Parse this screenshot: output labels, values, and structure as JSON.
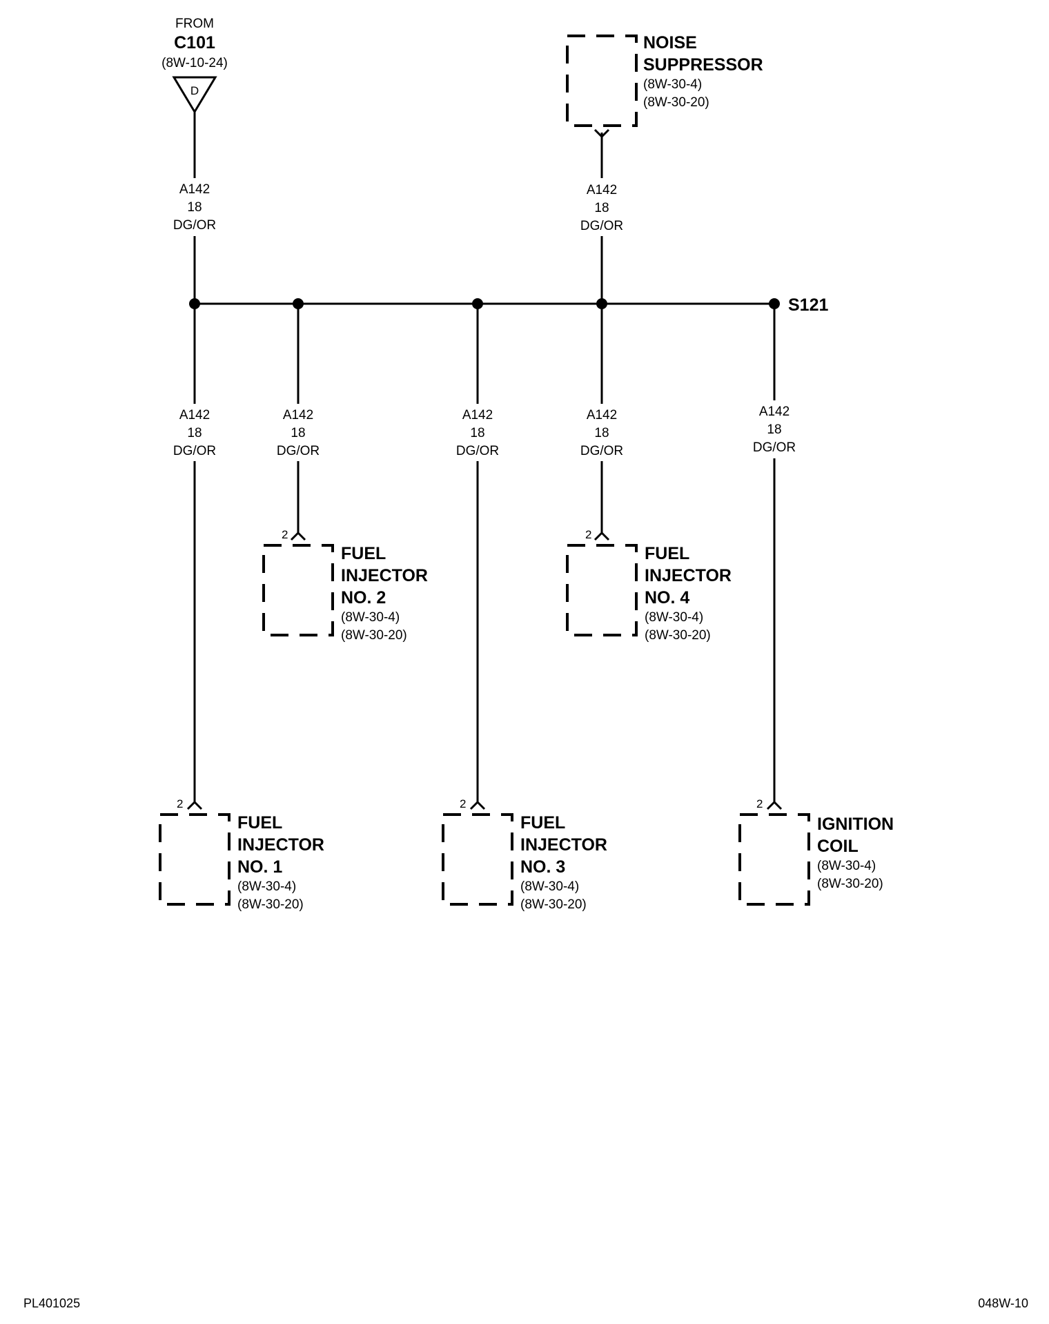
{
  "source_connector": {
    "from_label": "FROM",
    "name": "C101",
    "ref": "(8W-10-24)",
    "pin": "D"
  },
  "splice": {
    "name": "S121"
  },
  "wires": [
    {
      "id": "w-c101",
      "circuit": "A142",
      "gauge": "18",
      "color": "DG/OR"
    },
    {
      "id": "w-noise",
      "circuit": "A142",
      "gauge": "18",
      "color": "DG/OR"
    },
    {
      "id": "w-inj1",
      "circuit": "A142",
      "gauge": "18",
      "color": "DG/OR"
    },
    {
      "id": "w-inj2",
      "circuit": "A142",
      "gauge": "18",
      "color": "DG/OR"
    },
    {
      "id": "w-inj3",
      "circuit": "A142",
      "gauge": "18",
      "color": "DG/OR"
    },
    {
      "id": "w-inj4",
      "circuit": "A142",
      "gauge": "18",
      "color": "DG/OR"
    },
    {
      "id": "w-coil",
      "circuit": "A142",
      "gauge": "18",
      "color": "DG/OR"
    }
  ],
  "components": {
    "noise_suppressor": {
      "lines": [
        "NOISE",
        "SUPPRESSOR"
      ],
      "refs": [
        "(8W-30-4)",
        "(8W-30-20)"
      ]
    },
    "fuel_injector_1": {
      "lines": [
        "FUEL",
        "INJECTOR",
        "NO. 1"
      ],
      "refs": [
        "(8W-30-4)",
        "(8W-30-20)"
      ],
      "pin": "2"
    },
    "fuel_injector_2": {
      "lines": [
        "FUEL",
        "INJECTOR",
        "NO. 2"
      ],
      "refs": [
        "(8W-30-4)",
        "(8W-30-20)"
      ],
      "pin": "2"
    },
    "fuel_injector_3": {
      "lines": [
        "FUEL",
        "INJECTOR",
        "NO. 3"
      ],
      "refs": [
        "(8W-30-4)",
        "(8W-30-20)"
      ],
      "pin": "2"
    },
    "fuel_injector_4": {
      "lines": [
        "FUEL",
        "INJECTOR",
        "NO. 4"
      ],
      "refs": [
        "(8W-30-4)",
        "(8W-30-20)"
      ],
      "pin": "2"
    },
    "ignition_coil": {
      "lines": [
        "IGNITION",
        "COIL"
      ],
      "refs": [
        "(8W-30-4)",
        "(8W-30-20)"
      ],
      "pin": "2"
    }
  },
  "footer": {
    "left_code": "PL401025",
    "right_code": "048W-10"
  }
}
